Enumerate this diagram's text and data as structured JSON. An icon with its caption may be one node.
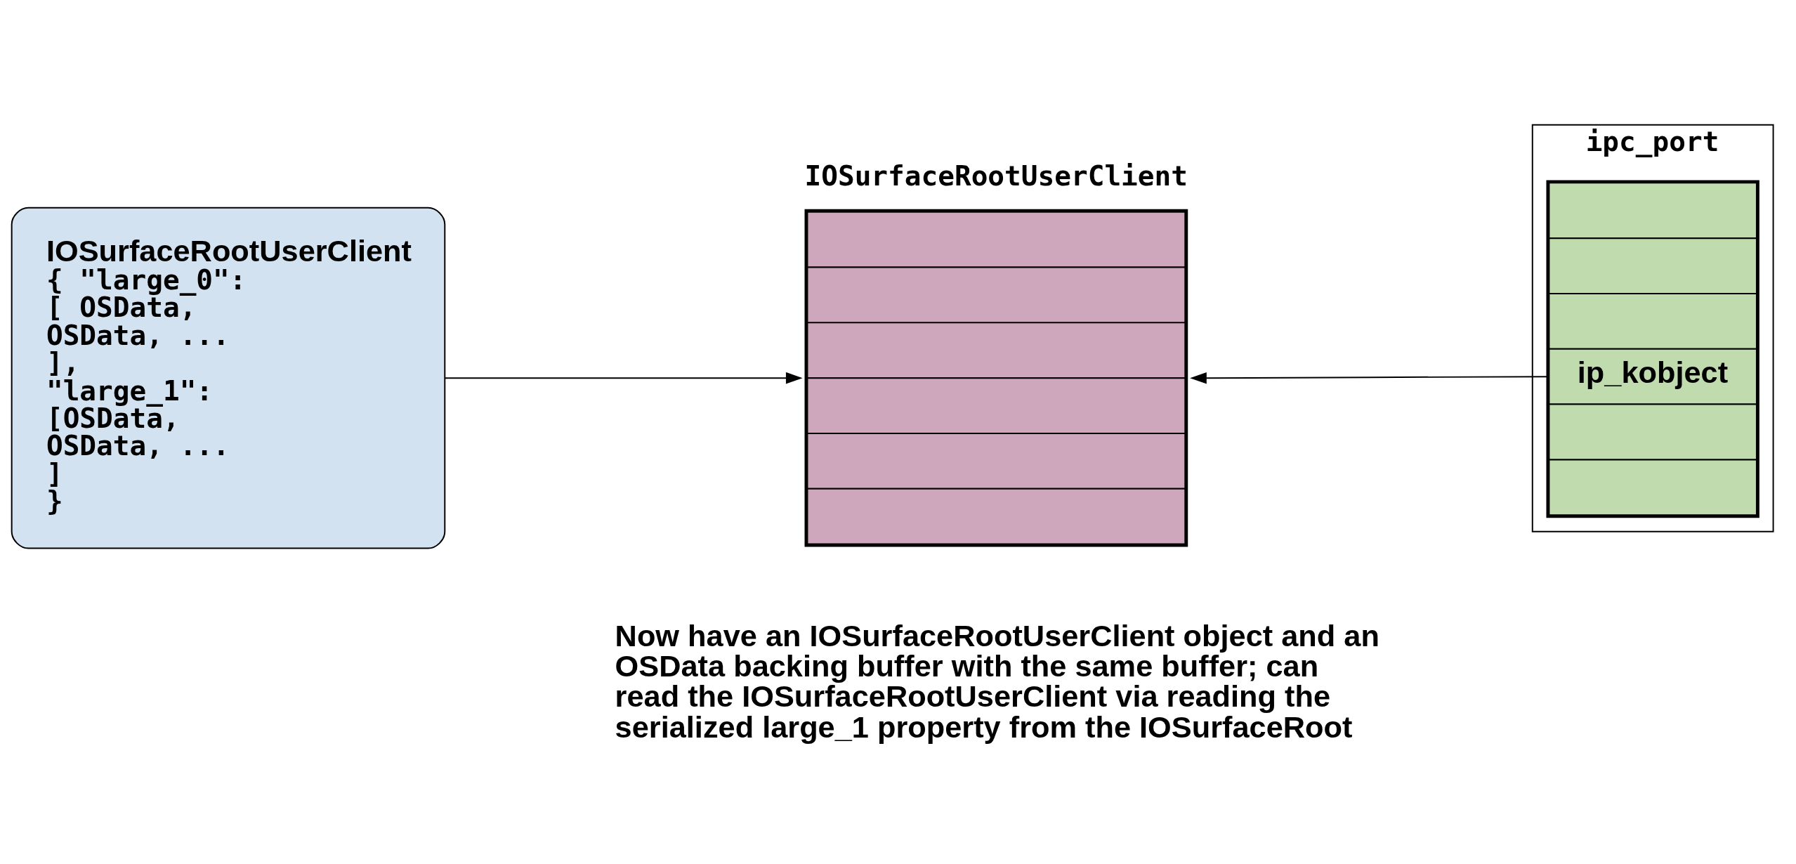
{
  "diagram": {
    "nodes": [
      {
        "text": [
          "IOSurfaceRootUserClient",
          "{ \"large_0\":",
          "[ OSData,",
          "OSData, ...",
          "],",
          "\"large_1\":",
          "[OSData,",
          "OSData, ...",
          "]",
          "}"
        ]
      },
      {
        "text": [
          "IOSurfaceRootUserClient"
        ]
      },
      {
        "text": [
          "ipc_port"
        ]
      },
      {
        "text": [
          "ip_kobject"
        ],
        "in": 2
      }
    ],
    "edges": [
      {
        "from": 0,
        "to": 1,
        "arrow": "to"
      },
      {
        "from": 3,
        "to": 1,
        "arrow": "to"
      }
    ],
    "labels": [
      "Now have an IOSurfaceRootUserClient object and an OSData backing buffer with the same buffer; can read the IOSurfaceRootUserClient via reading the serialized large_1 property from the IOSurfaceRoot"
    ]
  }
}
